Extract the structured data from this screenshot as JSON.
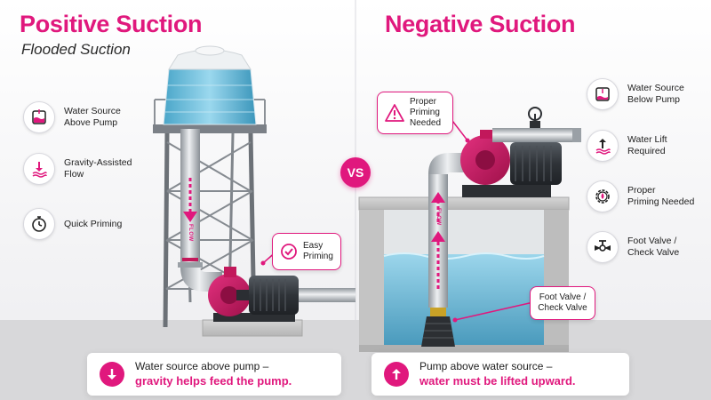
{
  "colors": {
    "accent": "#e0187d",
    "water": "#7ec8e3",
    "steel": "#b9bec4",
    "pump_body": "#c2185b",
    "motor": "#3a3f45",
    "concrete": "#c9c9c9"
  },
  "left": {
    "title": "Positive Suction",
    "subtitle": "Flooded Suction",
    "features": [
      {
        "icon": "water-tank-icon",
        "label": "Water Source\nAbove Pump"
      },
      {
        "icon": "down-arrow-waves-icon",
        "label": "Gravity-Assisted\nFlow"
      },
      {
        "icon": "stopwatch-icon",
        "label": "Quick Priming"
      }
    ],
    "callout": {
      "icon": "check-circle-icon",
      "label": "Easy\nPriming"
    },
    "flow_label": "FLOW",
    "summary": {
      "icon": "down-arrow-icon",
      "line1": "Water source above pump –",
      "line2": "gravity helps feed the pump."
    }
  },
  "vs_label": "VS",
  "right": {
    "title": "Negative Suction",
    "features": [
      {
        "icon": "water-source-below-icon",
        "label": "Water Source\nBelow Pump"
      },
      {
        "icon": "up-arrow-waves-icon",
        "label": "Water Lift\nRequired"
      },
      {
        "icon": "gear-drop-icon",
        "label": "Proper\nPriming Needed"
      },
      {
        "icon": "valve-icon",
        "label": "Foot Valve /\nCheck Valve"
      }
    ],
    "priming_callout": {
      "icon": "warning-icon",
      "label": "Proper\nPriming\nNeeded"
    },
    "foot_valve_callout": {
      "label": "Foot Valve /\nCheck Valve"
    },
    "flow_label": "FLOW",
    "summary": {
      "icon": "up-arrow-icon",
      "line1": "Pump above water source –",
      "line2": "water must be lifted upward."
    }
  }
}
